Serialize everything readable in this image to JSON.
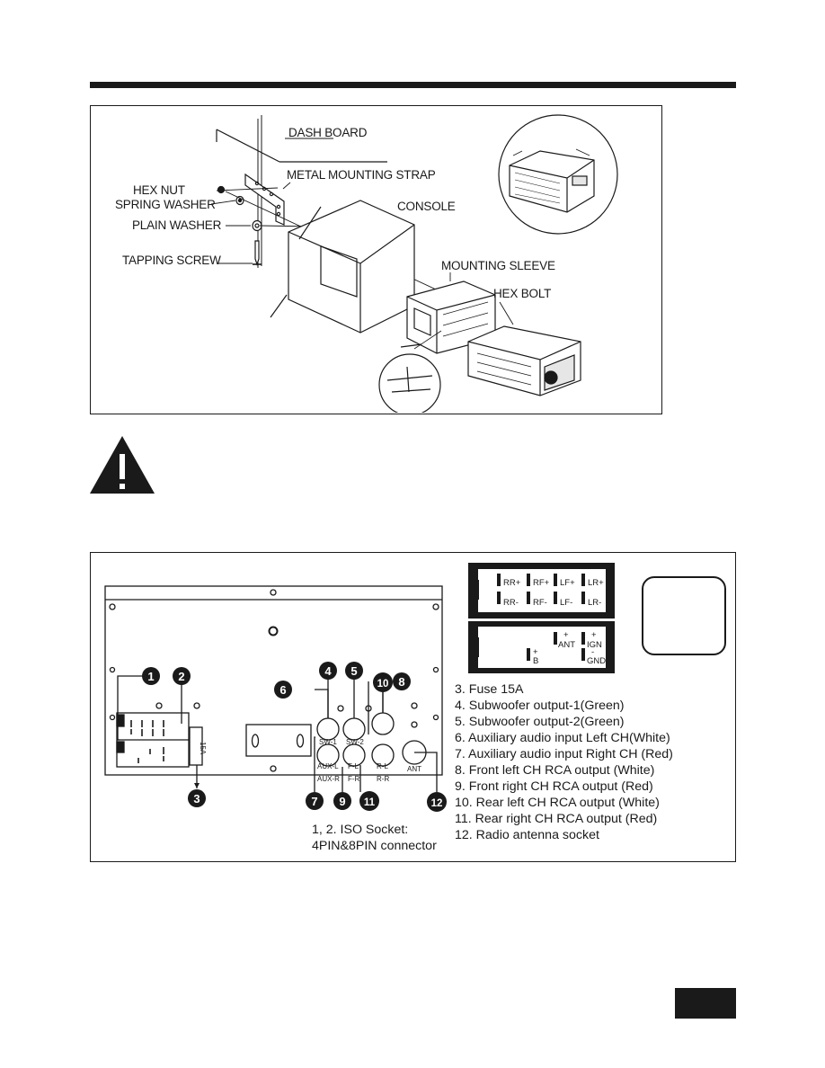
{
  "install_diagram": {
    "labels": {
      "dash_board": "DASH BOARD",
      "metal_mounting_strap": "METAL MOUNTING STRAP",
      "hex_nut": "HEX NUT",
      "spring_washer": "SPRING WASHER",
      "console": "CONSOLE",
      "plain_washer": "PLAIN WASHER",
      "tapping_screw": "TAPPING SCREW",
      "mounting_sleeve": "MOUNTING SLEEVE",
      "hex_bolt": "HEX BOLT"
    }
  },
  "warning": {
    "icon_symbol": "!"
  },
  "rear_panel": {
    "callouts": {
      "n1": "1",
      "n2": "2",
      "n3": "3",
      "n4": "4",
      "n5": "5",
      "n6": "6",
      "n7": "7",
      "n8": "8",
      "n9": "9",
      "n10": "10",
      "n11": "11",
      "n12": "12"
    },
    "port_labels": {
      "sw1": "SW-1",
      "sw2": "SW-2",
      "aux_l": "AUX-L",
      "aux_r": "AUX-R",
      "f_l": "F-L",
      "f_r": "F-R",
      "r_l": "R-L",
      "r_r": "R-R",
      "ant": "ANT",
      "fuse": "15A"
    },
    "connector_top": {
      "rr_plus": "RR+",
      "rf_plus": "RF+",
      "lf_plus": "LF+",
      "lr_plus": "LR+",
      "rr_minus": "RR-",
      "rf_minus": "RF-",
      "lf_minus": "LF-",
      "lr_minus": "LR-"
    },
    "connector_bottom": {
      "ant_plus": "+",
      "ant": "ANT",
      "ign_plus": "+",
      "ign": "IGN",
      "b_plus": "+",
      "b": "B",
      "gnd_minus": "-",
      "gnd": "GND"
    },
    "legend": [
      "3. Fuse 15A",
      "4. Subwoofer output-1(Green)",
      "5. Subwoofer output-2(Green)",
      "6. Auxiliary audio input Left CH(White)",
      "7. Auxiliary audio input Right CH (Red)",
      "8. Front left CH RCA output (White)",
      "9. Front right CH RCA output (Red)",
      "10. Rear left CH RCA output (White)",
      "11. Rear right CH RCA output (Red)",
      "12. Radio antenna socket"
    ],
    "iso_note_line1": "1, 2. ISO Socket:",
    "iso_note_line2": "4PIN&8PIN connector"
  },
  "colors": {
    "ink": "#1a1a1a",
    "background": "#ffffff",
    "light_fill": "#e6e6e6"
  }
}
